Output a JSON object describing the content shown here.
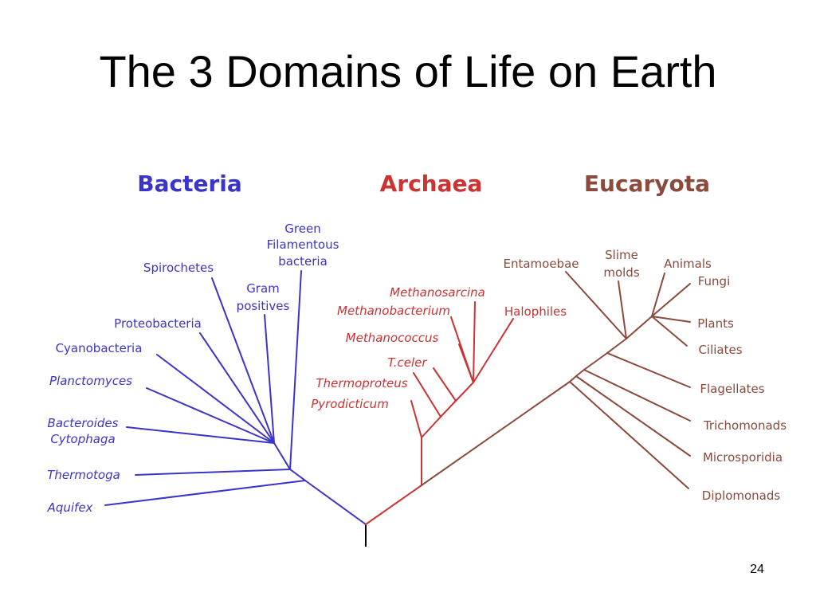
{
  "title": "The 3 Domains of Life on Earth",
  "slide_number": "24",
  "colors": {
    "bacteria": "#3b34c8",
    "archaea": "#cc3333",
    "eucaryota": "#8a4a3c",
    "root": "#000000"
  },
  "domains": {
    "bacteria": "Bacteria",
    "archaea": "Archaea",
    "eucaryota": "Eucaryota"
  },
  "bacteria": {
    "green_l1": "Green",
    "green_l2": "Filamentous",
    "green_l3": "bacteria",
    "spirochetes": "Spirochetes",
    "gram_l1": "Gram",
    "gram_l2": "positives",
    "proteobacteria": "Proteobacteria",
    "cyanobacteria": "Cyanobacteria",
    "planctomyces": "Planctomyces",
    "bacteroides_l1": "Bacteroides",
    "bacteroides_l2": "Cytophaga",
    "thermotoga": "Thermotoga",
    "aquifex": "Aquifex"
  },
  "archaea": {
    "methanosarcina": "Methanosarcina",
    "methanobacterium": "Methanobacterium",
    "halophiles": "Halophiles",
    "methanococcus": "Methanococcus",
    "tceler": "T.celer",
    "thermoproteus": "Thermoproteus",
    "pyrodicticum": "Pyrodicticum"
  },
  "eucaryota": {
    "entamoebae": "Entamoebae",
    "slime_l1": "Slime",
    "slime_l2": "molds",
    "animals": "Animals",
    "fungi": "Fungi",
    "plants": "Plants",
    "ciliates": "Ciliates",
    "flagellates": "Flagellates",
    "trichomonads": "Trichomonads",
    "microsporidia": "Microsporidia",
    "diplomonads": "Diplomonads"
  }
}
